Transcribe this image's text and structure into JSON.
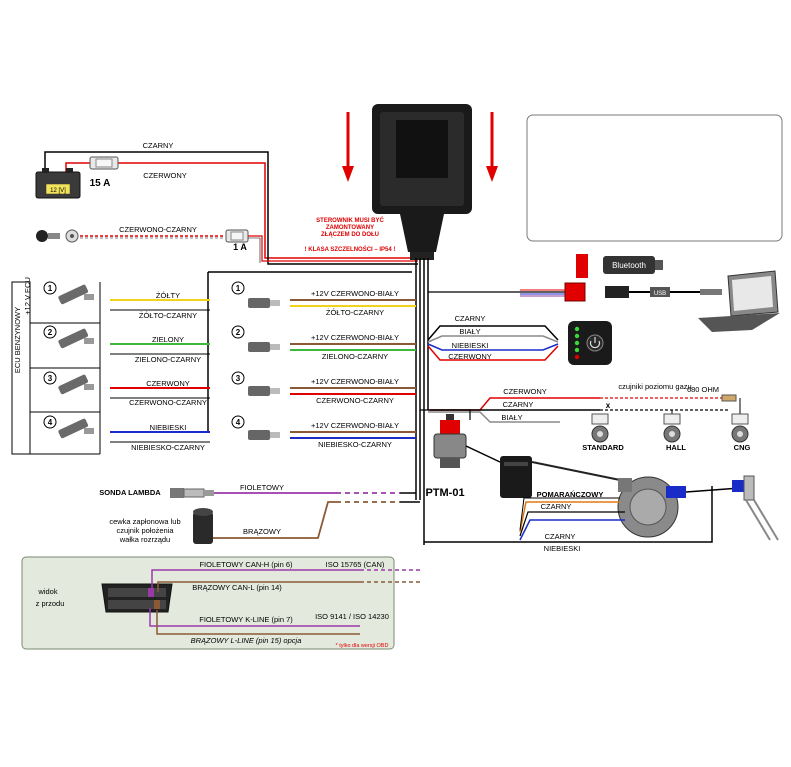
{
  "top": {
    "czarny": "CZARNY",
    "czerwony": "CZERWONY",
    "battery": "12 [V]",
    "fuse15": "15 A",
    "fuse1": "1 A",
    "czerwono_czarny": "CZERWONO-CZARNY"
  },
  "controller_note": {
    "line1": "STEROWNIK MUSI BYĆ",
    "line2": "ZAMONTOWANY",
    "line3": "ZŁĄCZEM DO DOŁU",
    "line4": "! KLASA SZCZELNOŚCI – IP54 !"
  },
  "left_labels": {
    "ecu_benzynowy": "ECU BENZYNOWY",
    "plus12_ecu": "+12 V ECU"
  },
  "injector_rows": [
    {
      "num": "1",
      "wire": "ŻÓŁTY",
      "wire2": "ŻÓŁTO-CZARNY",
      "plus": "+12V CZERWONO-BIAŁY",
      "gas": "ŻÓŁTO-CZARNY"
    },
    {
      "num": "2",
      "wire": "ZIELONY",
      "wire2": "ZIELONO-CZARNY",
      "plus": "+12V CZERWONO-BIAŁY",
      "gas": "ZIELONO-CZARNY"
    },
    {
      "num": "3",
      "wire": "CZERWONY",
      "wire2": "CZERWONO-CZARNY",
      "plus": "+12V CZERWONO-BIAŁY",
      "gas": "CZERWONO-CZARNY"
    },
    {
      "num": "4",
      "wire": "NIEBIESKI",
      "wire2": "NIEBIESKO-CZARNY",
      "plus": "+12V CZERWONO-BIAŁY",
      "gas": "NIEBIESKO-CZARNY"
    }
  ],
  "right": {
    "bluetooth": "Bluetooth",
    "usb": "USB",
    "switch_czarny": "CZARNY",
    "switch_bialy": "BIAŁY",
    "switch_niebieski": "NIEBIESKI",
    "switch_czerwony": "CZERWONY",
    "lvl_czerwony": "CZERWONY",
    "lvl_czarny": "CZARNY",
    "lvl_bialy": "BIAŁY",
    "sensors_title": "czujniki poziomu gazu",
    "ohm": "680 OHM",
    "standard": "STANDARD",
    "hall": "HALL",
    "cng": "CNG"
  },
  "middle": {
    "ptm": "PTM-01",
    "sonda": "SONDA LAMBDA",
    "fioletowy": "FIOLETOWY",
    "cewka1": "cewka zapłonowa lub",
    "cewka2": "czujnik położenia",
    "cewka3": "wałka rozrządu",
    "brazowy": "BRĄZOWY",
    "pomaranczowy": "POMARAŃCZOWY",
    "reg_czarny": "CZARNY",
    "bot_czarny": "CZARNY",
    "bot_niebieski": "NIEBIESKI"
  },
  "obd": {
    "widok1": "widok",
    "widok2": "z przodu",
    "can_h": "FIOLETOWY CAN-H (pin 6)",
    "iso15765": "ISO 15765 (CAN)",
    "can_l": "BRĄZOWY CAN-L (pin 14)",
    "kline": "FIOLETOWY K-LINE (pin 7)",
    "iso9141": "ISO 9141 / ISO 14230",
    "lline": "BRĄZOWY L-LINE (pin 15) opcja",
    "note": "* tylko dla wersji OBD"
  },
  "colors": {
    "red": "#e00000",
    "yellow": "#f2d21a",
    "green": "#3cb83c",
    "blue": "#1a2cc8",
    "violet": "#9a3aa8",
    "brown": "#8a5a36",
    "orange": "#e07a10",
    "obd_bg": "#e3eadd"
  }
}
